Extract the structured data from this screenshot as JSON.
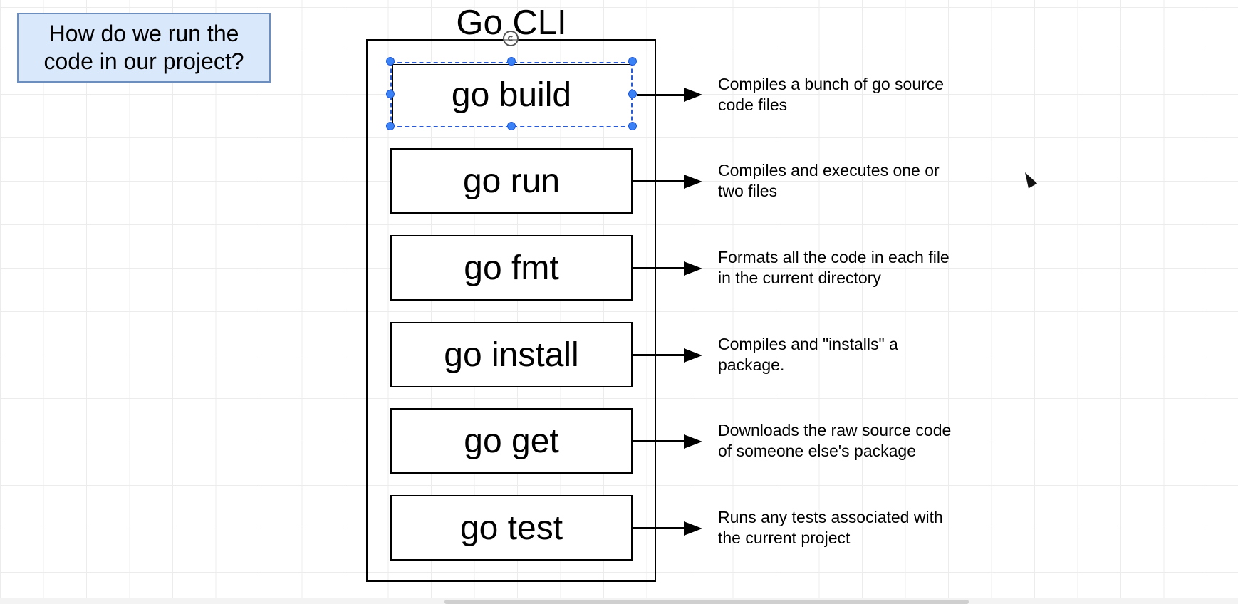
{
  "question": {
    "line1": "How do we run the",
    "line2": "code in our project?"
  },
  "diagram": {
    "title": "Go CLI",
    "commands": [
      {
        "label": "go build",
        "description_line1": "Compiles a bunch of go source",
        "description_line2": "code files",
        "selected": true
      },
      {
        "label": "go run",
        "description_line1": "Compiles and executes one or",
        "description_line2": "two files"
      },
      {
        "label": "go fmt",
        "description_line1": "Formats all the code in each file",
        "description_line2": "in the current directory"
      },
      {
        "label": "go install",
        "description_line1": "Compiles and \"installs\" a",
        "description_line2": "package."
      },
      {
        "label": "go get",
        "description_line1": "Downloads the raw source code",
        "description_line2": "of someone else's package"
      },
      {
        "label": "go test",
        "description_line1": "Runs any tests associated with",
        "description_line2": "the current project"
      }
    ]
  },
  "colors": {
    "question_fill": "#dae8fc",
    "question_border": "#6c8ebf",
    "selection_handles": "#3b82f6"
  },
  "icons": {
    "rotate_handle": "rotate-icon",
    "cursor": "mouse-pointer-icon"
  }
}
